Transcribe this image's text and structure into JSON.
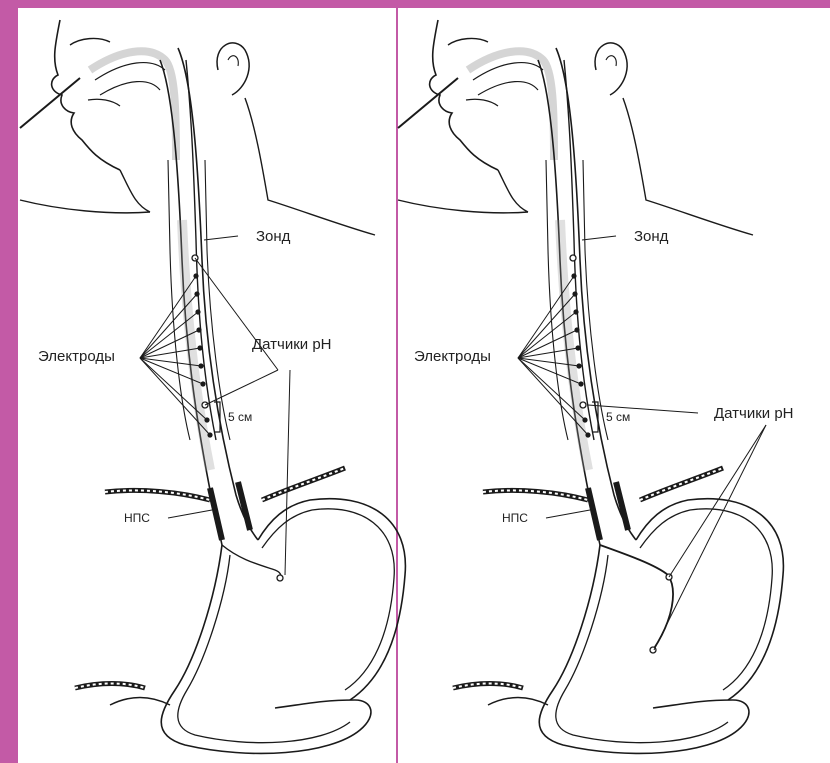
{
  "figure": {
    "left_panel": {
      "labels": {
        "probe": "Зонд",
        "electrodes": "Электроды",
        "ph_sensors": "Датчики pH",
        "distance": "5 см",
        "les": "НПС"
      }
    },
    "right_panel": {
      "labels": {
        "probe": "Зонд",
        "electrodes": "Электроды",
        "ph_sensors": "Датчики pH",
        "distance": "5 см",
        "les": "НПС"
      }
    },
    "colors": {
      "border": "#c35aa6",
      "background": "#ffffff",
      "line": "#1a1a1a"
    }
  }
}
